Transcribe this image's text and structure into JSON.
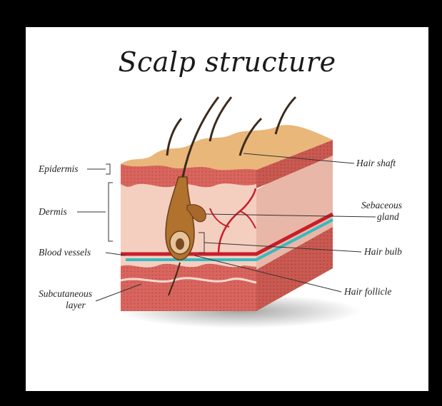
{
  "title": "Scalp structure",
  "labels": {
    "epidermis": "Epidermis",
    "dermis": "Dermis",
    "blood_vessels": "Blood vessels",
    "subcutaneous_line1": "Subcutaneous",
    "subcutaneous_line2": "layer",
    "hair_shaft": "Hair shaft",
    "sebaceous_line1": "Sebaceous",
    "sebaceous_line2": "gland",
    "hair_bulb": "Hair bulb",
    "hair_follicle": "Hair follicle"
  },
  "colors": {
    "skin_top": "#e9b77a",
    "epidermis": "#d9665e",
    "dermis_front": "#f4cfc0",
    "dermis_side": "#e8b7a8",
    "subcutaneous": "#d9665e",
    "vessel_red": "#c81e2a",
    "vessel_blue": "#38b9c1",
    "hair": "#3b2a1c",
    "follicle": "#b0722c"
  }
}
